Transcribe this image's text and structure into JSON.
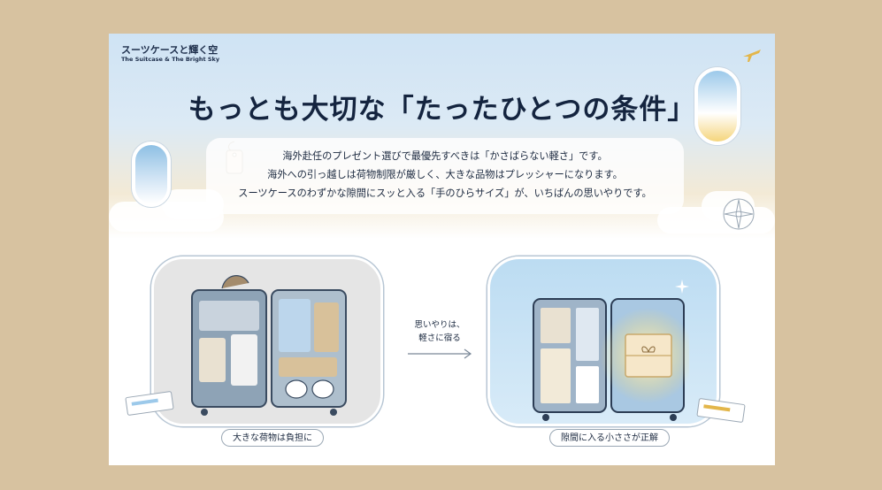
{
  "brand": {
    "name_jp": "スーツケースと輝く空",
    "name_en": "The Suitcase & The Bright Sky"
  },
  "title": "もっとも大切な「たったひとつの条件」",
  "description": {
    "line1": "海外赴任のプレゼント選びで最優先すべきは「かさばらない軽さ」です。",
    "line2": "海外への引っ越しは荷物制限が厳しく、大きな品物はプレッシャーになります。",
    "line3": "スーツケースのわずかな隙間にスッと入る「手のひらサイズ」が、いちばんの思いやりです。"
  },
  "center": {
    "line1": "思いやりは、",
    "line2": "軽さに宿る"
  },
  "labels": {
    "left": "大きな荷物は負担に",
    "right": "隙間に入る小ささが正解"
  },
  "colors": {
    "page_bg": "#d7c2a0",
    "navy": "#14243f",
    "sky": "#cfe3f4",
    "gold": "#f5d57c"
  }
}
